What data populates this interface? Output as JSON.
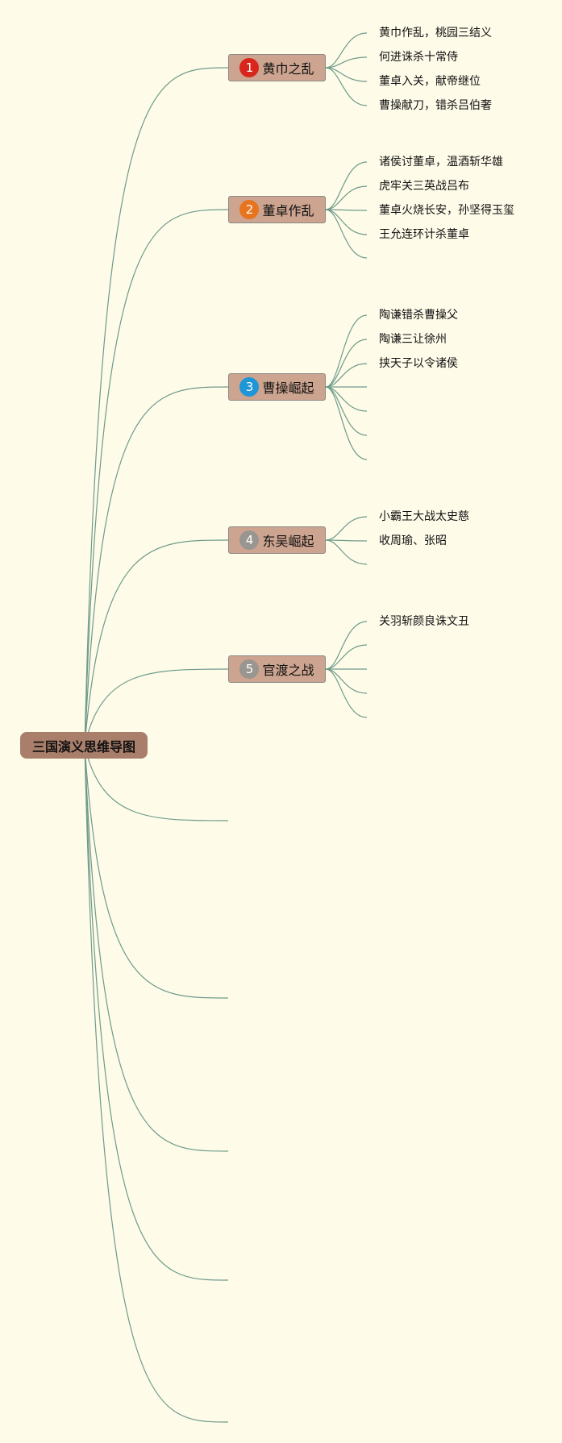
{
  "root": {
    "label": "三国演义思维导图"
  },
  "topics": [
    {
      "number": "1",
      "label": "黄巾之乱",
      "color": "#d9261c",
      "items": [
        "黄巾作乱，桃园三结义",
        "何进诛杀十常侍",
        "董卓入关，献帝继位",
        "曹操献刀，错杀吕伯奢"
      ]
    },
    {
      "number": "2",
      "label": "董卓作乱",
      "color": "#e8741e",
      "items": [
        "诸侯讨董卓，温酒斩华雄",
        "虎牢关三英战吕布",
        "董卓火烧长安，孙坚得玉玺",
        "王允连环计杀董卓"
      ]
    },
    {
      "number": "3",
      "label": "曹操崛起",
      "color": "#1e96d8",
      "items": [
        "陶谦错杀曹操父",
        "陶谦三让徐州",
        "挟天子以令诸侯"
      ]
    },
    {
      "number": "4",
      "label": "东吴崛起",
      "color": "#999590",
      "items": [
        "小霸王大战太史慈",
        "收周瑜、张昭"
      ]
    },
    {
      "number": "5",
      "label": "官渡之战",
      "color": "#999590",
      "items": [
        "关羽斩颜良诛文丑"
      ]
    }
  ]
}
